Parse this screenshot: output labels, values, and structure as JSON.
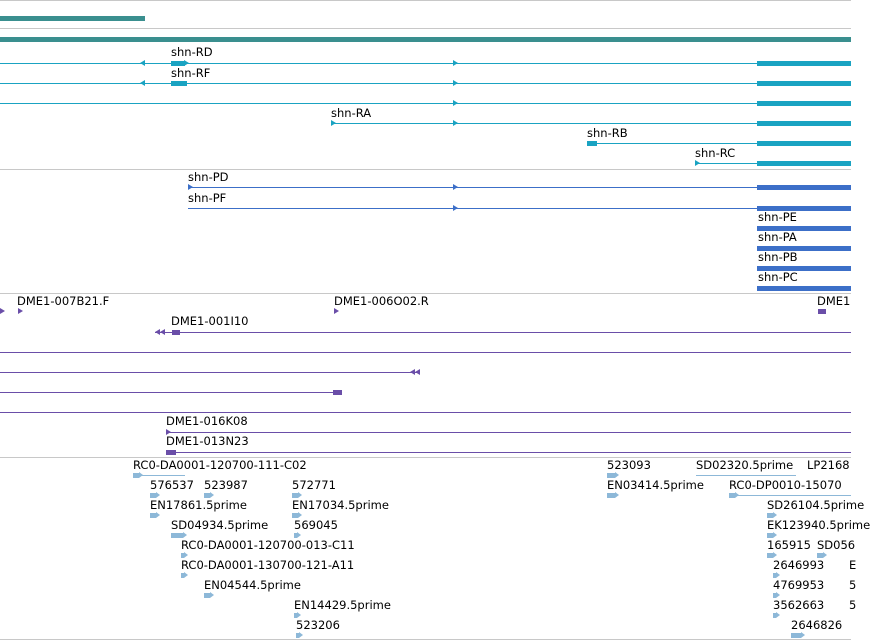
{
  "colors": {
    "gene": "#3a8f8f",
    "transcript": "#1aa3c2",
    "protein": "#3c6fc8",
    "clone": "#6a4ea8",
    "est": "#8db8d8",
    "divider": "#c8c8c8"
  },
  "tracks": {
    "transcripts": {
      "labels": [
        "shn-RD",
        "shn-RF",
        "shn-RA",
        "shn-RB",
        "shn-RC"
      ]
    },
    "proteins": {
      "labels": [
        "shn-PD",
        "shn-PF",
        "shn-PE",
        "shn-PA",
        "shn-PB",
        "shn-PC"
      ]
    },
    "clones": {
      "labels": [
        "DME1-007B21.F",
        "DME1-006O02.R",
        "DME1",
        "DME1-001I10",
        "DME1-016K08",
        "DME1-013N23"
      ]
    },
    "ests": {
      "labels": [
        "RC0-DA0001-120700-111-C02",
        "523093",
        "SD02320.5prime",
        "LP2168",
        "576537",
        "523987",
        "572771",
        "EN03414.5prime",
        "RC0-DP0010-15070",
        "EN17861.5prime",
        "EN17034.5prime",
        "SD26104.5prime",
        "SD04934.5prime",
        "569045",
        "EK123940.5prime",
        "RC0-DA0001-120700-013-C11",
        "165915",
        "SD056",
        "RC0-DA0001-130700-121-A11",
        "2646993",
        "EN04544.5prime",
        "4769953",
        "EN14429.5prime",
        "3562663",
        "523206",
        "2646826"
      ]
    }
  }
}
